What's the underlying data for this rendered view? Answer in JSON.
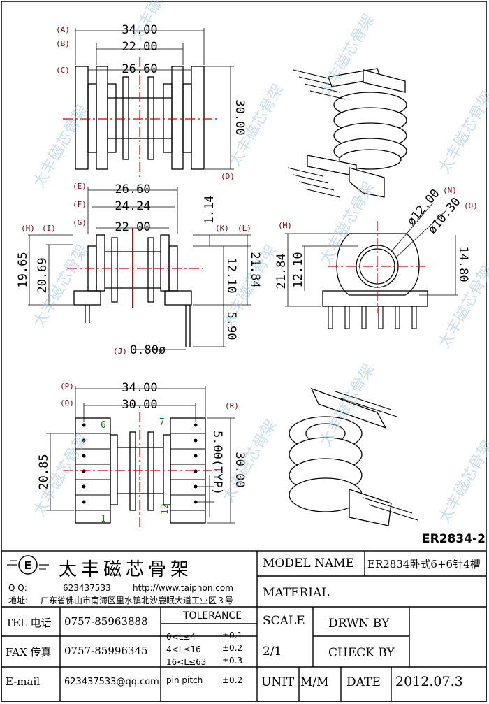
{
  "part_code": "ER2834-2",
  "views": {
    "top": {
      "dims": [
        "34.00",
        "22.00",
        "26.60",
        "30.00"
      ],
      "labels": [
        "(A)",
        "(B)",
        "(C)",
        "(D)"
      ]
    },
    "side": {
      "dims": [
        "26.60",
        "24.24",
        "22.00",
        "1.14",
        "19.65",
        "20.69",
        "12.10",
        "21.84",
        "5.90",
        "0.80ø"
      ],
      "labels": [
        "(E)",
        "(F)",
        "(G)",
        "(H)",
        "(I)",
        "(K)",
        "(L)",
        "(J)"
      ]
    },
    "front": {
      "dims": [
        "ø12.00",
        "ø10.30",
        "21.84",
        "12.10",
        "14.80"
      ],
      "labels": [
        "(M)",
        "(N)",
        "(O)"
      ]
    },
    "bottom": {
      "dims": [
        "34.00",
        "30.00",
        "20.85",
        "5.00(TYP)",
        "30.00"
      ],
      "labels": [
        "(P)",
        "(Q)",
        "(R)"
      ],
      "pins": [
        "6",
        "7",
        "1",
        "12"
      ]
    }
  },
  "watermark": "太丰磁芯骨架",
  "company": {
    "name": "太丰磁芯骨架",
    "qq_label": "Q Q:",
    "qq": "623437533",
    "url": "http://www.taiphon.com",
    "address_label": "地址:",
    "address": "广东省佛山市南海区里水镇北沙鹿眠大道工业区３号"
  },
  "contacts": {
    "tel_label": "TEL 电话",
    "tel": "0757-85963888",
    "fax_label": "FAX 传真",
    "fax": "0757-85996345",
    "email_label": "E-mail",
    "email": "623437533@qq.com"
  },
  "tolerance": {
    "title": "TOLERANCE",
    "rows": [
      {
        "range": "0<L≤4",
        "value": "±0.1"
      },
      {
        "range": "4<L≤16",
        "value": "±0.2"
      },
      {
        "range": "16<L≤63",
        "value": "±0.3"
      },
      {
        "range": "pin pitch",
        "value": "±0.2"
      }
    ]
  },
  "fields": {
    "model_name_label": "MODEL NAME",
    "model_name": "ER2834卧式6+6针4槽",
    "material_label": "MATERIAL",
    "material": "",
    "scale_label": "SCALE",
    "scale": "2/1",
    "drwn_by_label": "DRWN BY",
    "check_by_label": "CHECK BY",
    "unit_label": "UNIT",
    "unit": "M/M",
    "date_label": "DATE",
    "date": "2012.07.3"
  },
  "colors": {
    "centerline": "#d00000",
    "label": "#8b0000",
    "pin_number": "#1a7a1a",
    "watermark": "#9fc6e6"
  }
}
